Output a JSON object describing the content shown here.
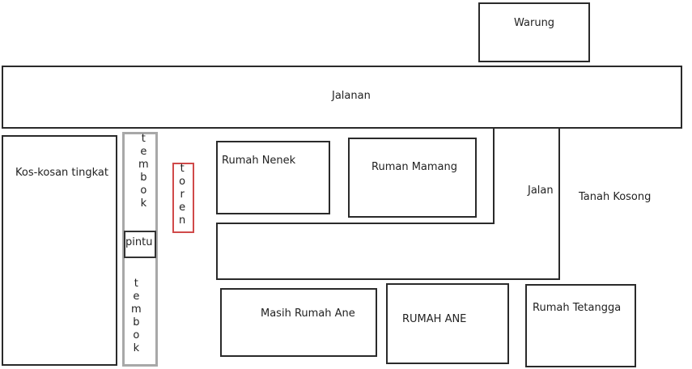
{
  "labels": {
    "warung": "Warung",
    "jalanan": "Jalanan",
    "kos": "Kos-kosan tingkat",
    "tembok_top": [
      "t",
      "e",
      "m",
      "b",
      "o",
      "k"
    ],
    "pintu": "pintu",
    "tembok_bottom": [
      "t",
      "e",
      "m",
      "b",
      "o",
      "k"
    ],
    "toren": [
      "t",
      "o",
      "r",
      "e",
      "n"
    ],
    "rumah_nenek": "Rumah Nenek",
    "ruman_mamang": "Ruman Mamang",
    "jalan": "Jalan",
    "tanah_kosong": "Tanah Kosong",
    "masih_rumah_ane": "Masih Rumah Ane",
    "rumah_ane": "RUMAH ANE",
    "rumah_tetangga": "Rumah Tetangga"
  },
  "colors": {
    "outline": "#2a2a2a",
    "wall": "#a8a8a8",
    "toren": "#d04a4a"
  }
}
